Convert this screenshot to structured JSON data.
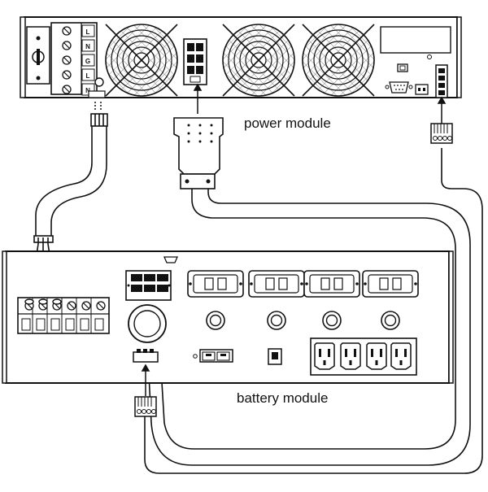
{
  "labels": {
    "power_module": "power module",
    "battery_module": "battery module"
  },
  "terminal_labels": [
    "L",
    "N",
    "G",
    "L",
    "N"
  ],
  "colors": {
    "stroke": "#111111",
    "panel_fill": "#ffffff",
    "background": "#ffffff"
  }
}
